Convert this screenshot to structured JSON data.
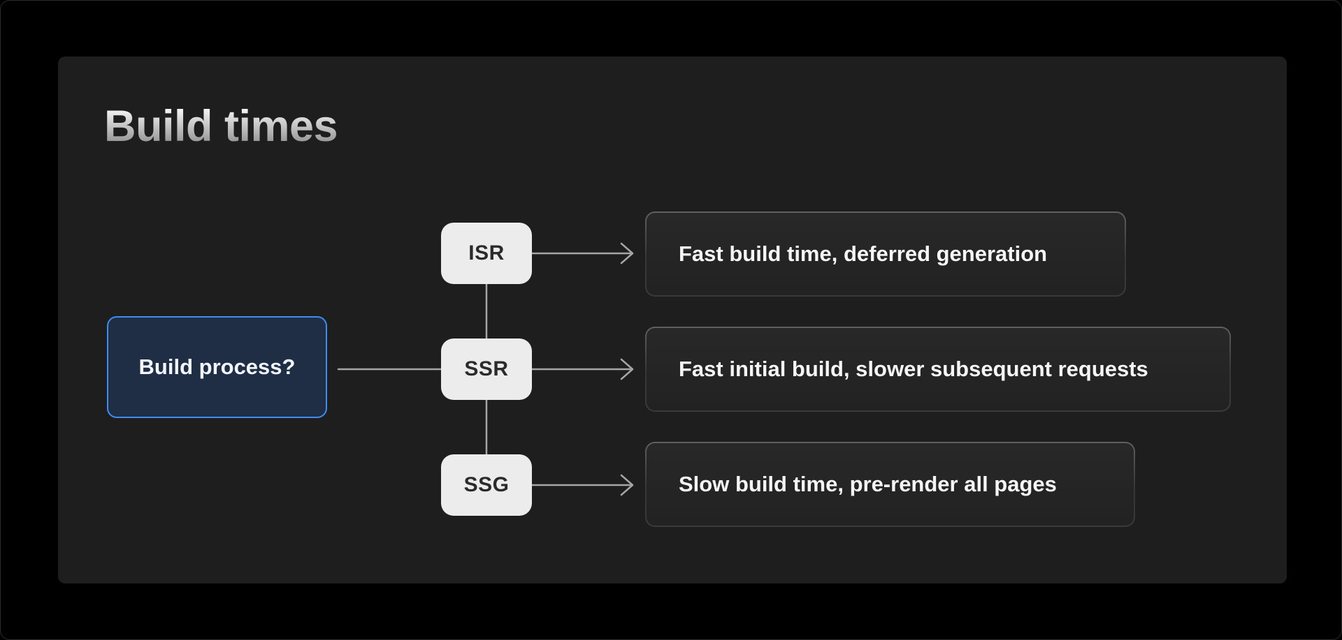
{
  "title": "Build times",
  "diagram": {
    "root": {
      "label": "Build process?"
    },
    "nodes": [
      {
        "label": "ISR",
        "result": "Fast build time, deferred generation"
      },
      {
        "label": "SSR",
        "result": "Fast initial build, slower subsequent requests"
      },
      {
        "label": "SSG",
        "result": "Slow build time, pre-render all pages"
      }
    ]
  },
  "colors": {
    "page_bg": "#000000",
    "card_bg": "#1e1e1e",
    "accent_blue": "#3f8cf2",
    "root_fill": "#1f2e45",
    "node_fill": "#ececec",
    "node_text": "#2b2b2b",
    "connector": "#a6a6a6"
  }
}
